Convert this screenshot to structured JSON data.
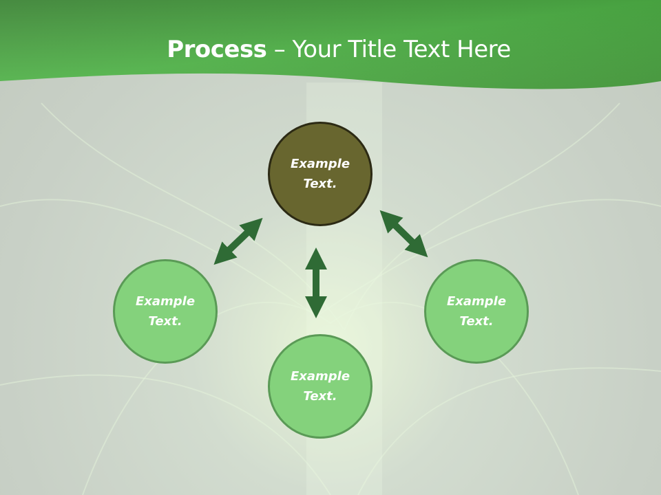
{
  "slide": {
    "title_bold": "Process",
    "title_rest": " – Your Title Text Here"
  },
  "diagram": {
    "nodes": [
      {
        "id": "top",
        "line1": "Example",
        "line2": "Text."
      },
      {
        "id": "left",
        "line1": "Example",
        "line2": "Text."
      },
      {
        "id": "right",
        "line1": "Example",
        "line2": "Text."
      },
      {
        "id": "bottom",
        "line1": "Example",
        "line2": "Text."
      }
    ],
    "connections": [
      [
        "top",
        "left"
      ],
      [
        "top",
        "bottom"
      ],
      [
        "top",
        "right"
      ]
    ]
  },
  "colors": {
    "header_green": "#4db844",
    "main_node": "#68662f",
    "sub_node": "#84d27c",
    "arrow": "#2f6b35"
  }
}
